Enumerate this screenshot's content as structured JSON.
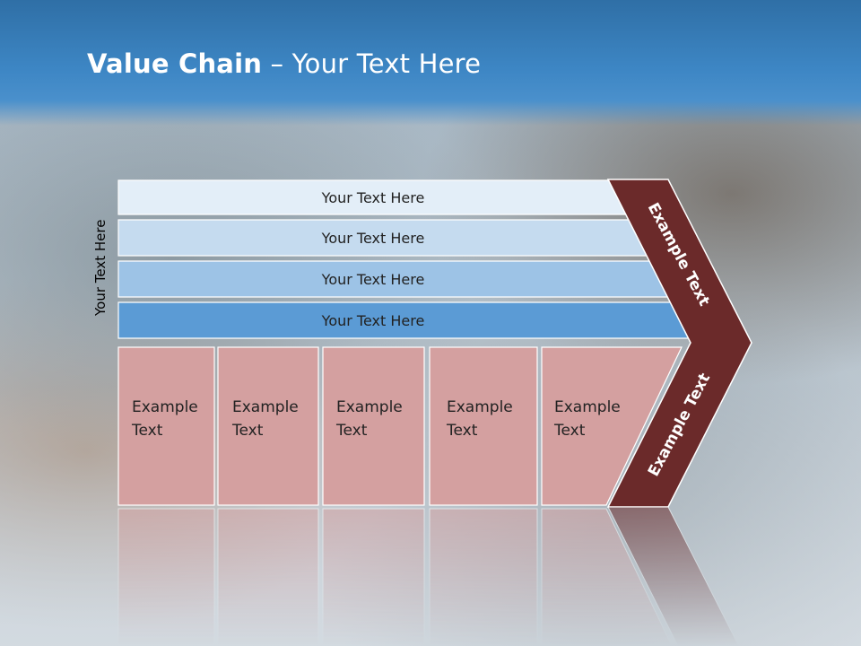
{
  "slide": {
    "title_strong": "Value Chain",
    "title_rest": " – Your Text Here"
  },
  "side_label": "Your Text Here",
  "bars": [
    {
      "label": "Your Text Here",
      "fill": "#e3eef8"
    },
    {
      "label": "Your Text Here",
      "fill": "#c5dbef"
    },
    {
      "label": "Your Text Here",
      "fill": "#9dc3e6"
    },
    {
      "label": "Your Text Here",
      "fill": "#5b9bd5"
    }
  ],
  "boxes": [
    {
      "line1": "Example",
      "line2": "Text"
    },
    {
      "line1": "Example",
      "line2": "Text"
    },
    {
      "line1": "Example",
      "line2": "Text"
    },
    {
      "line1": "Example",
      "line2": "Text"
    },
    {
      "line1": "Example",
      "line2": "Text"
    }
  ],
  "chevron": {
    "upper_label": "Example Text",
    "lower_label": "Example Text",
    "fill": "#6b2a2a"
  },
  "colors": {
    "box_fill": "#d4a0a0",
    "box_stroke": "#ffffff",
    "header": "#3a80bf"
  }
}
